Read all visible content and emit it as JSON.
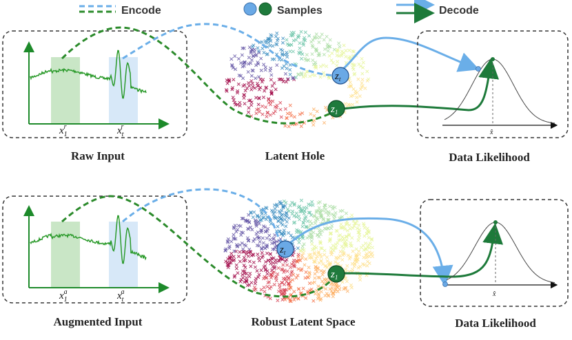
{
  "legend": {
    "encode": "Encode",
    "samples": "Samples",
    "decode": "Decode"
  },
  "top_row": {
    "input_label": "Raw Input",
    "latent_label": "Latent Hole",
    "likelihood_label": "Data Likelihood",
    "x1_base": "x",
    "x1_sub": "1",
    "x1_sup": "r",
    "xt_base": "x",
    "xt_sub": "t",
    "xt_sup": "r"
  },
  "bottom_row": {
    "input_label": "Augmented Input",
    "latent_label": "Robust Latent Space",
    "likelihood_label": "Data Likelihood",
    "x1_base": "x",
    "x1_sub": "1",
    "x1_sup": "a",
    "xt_base": "x",
    "xt_sub": "t",
    "xt_sup": "a"
  },
  "samples": {
    "zt_base": "z",
    "zt_sub": "t",
    "z1_base": "z",
    "z1_sub": "1"
  },
  "xhat": "x̂",
  "colors": {
    "encode_blue": "#6aaee8",
    "encode_green": "#2a8a2a",
    "decode_blue": "#6aaee8",
    "decode_green": "#1d7a3a",
    "sample_blue": "#6aa9e6",
    "sample_green": "#1f7a3c",
    "signal": "#2a9a2a",
    "band_green": "#c9e6c6",
    "band_blue": "#d7e8f8"
  }
}
